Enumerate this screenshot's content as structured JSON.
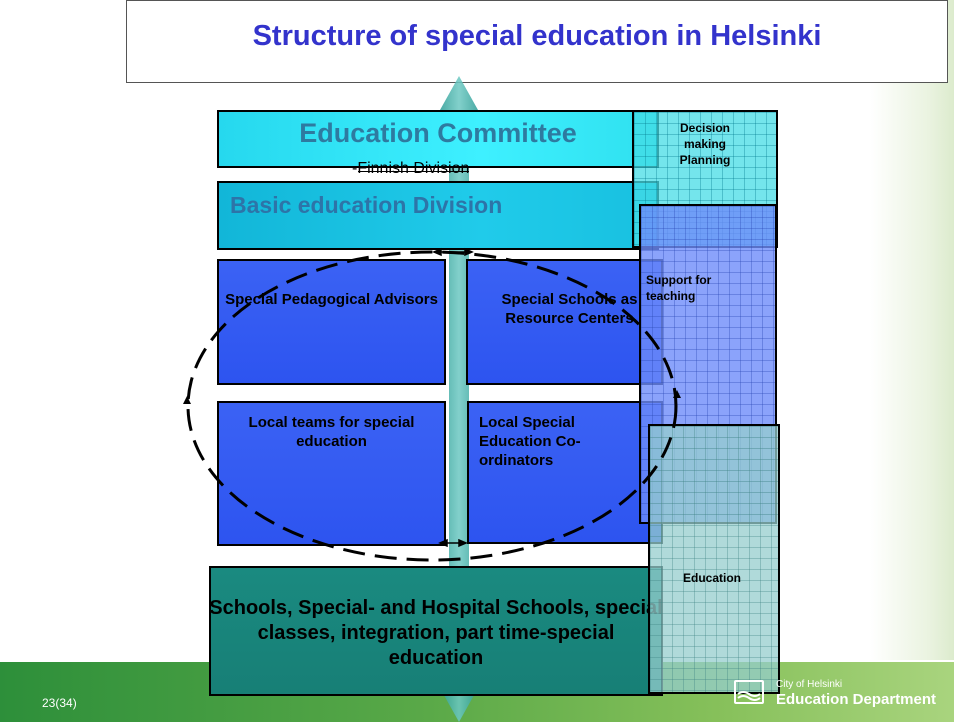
{
  "title": "Structure of special education in Helsinki",
  "committee": {
    "title": "Education Committee",
    "subtitle": "-Finnish Division"
  },
  "basic_division": "Basic education Division",
  "boxes": {
    "pedagogical_advisors": "Special Pedagogical Advisors",
    "resource_centers": "Special Schools as Resource Centers",
    "local_teams": "Local teams for special education",
    "coordinators": "Local Special Education Co-ordinators"
  },
  "schools": "Schools, Special- and Hospital Schools, special classes, integration, part time-special education",
  "right_panels": {
    "decision": "Decision making Planning",
    "support": "Support for teaching",
    "education": "Education"
  },
  "footer": {
    "slide_number": "23(34)",
    "logo_small": "City of Helsinki",
    "logo_big": "Education Department",
    "logo_icon": "helsinki-crest-icon"
  },
  "colors": {
    "title": "#3333cc",
    "committee": "#3ef0ff",
    "basic_division": "#20cbea",
    "blue_boxes": "#2d54f0",
    "schools": "#177f76",
    "arrow": "#3aaea6",
    "footer_bar": "#5aa948"
  }
}
